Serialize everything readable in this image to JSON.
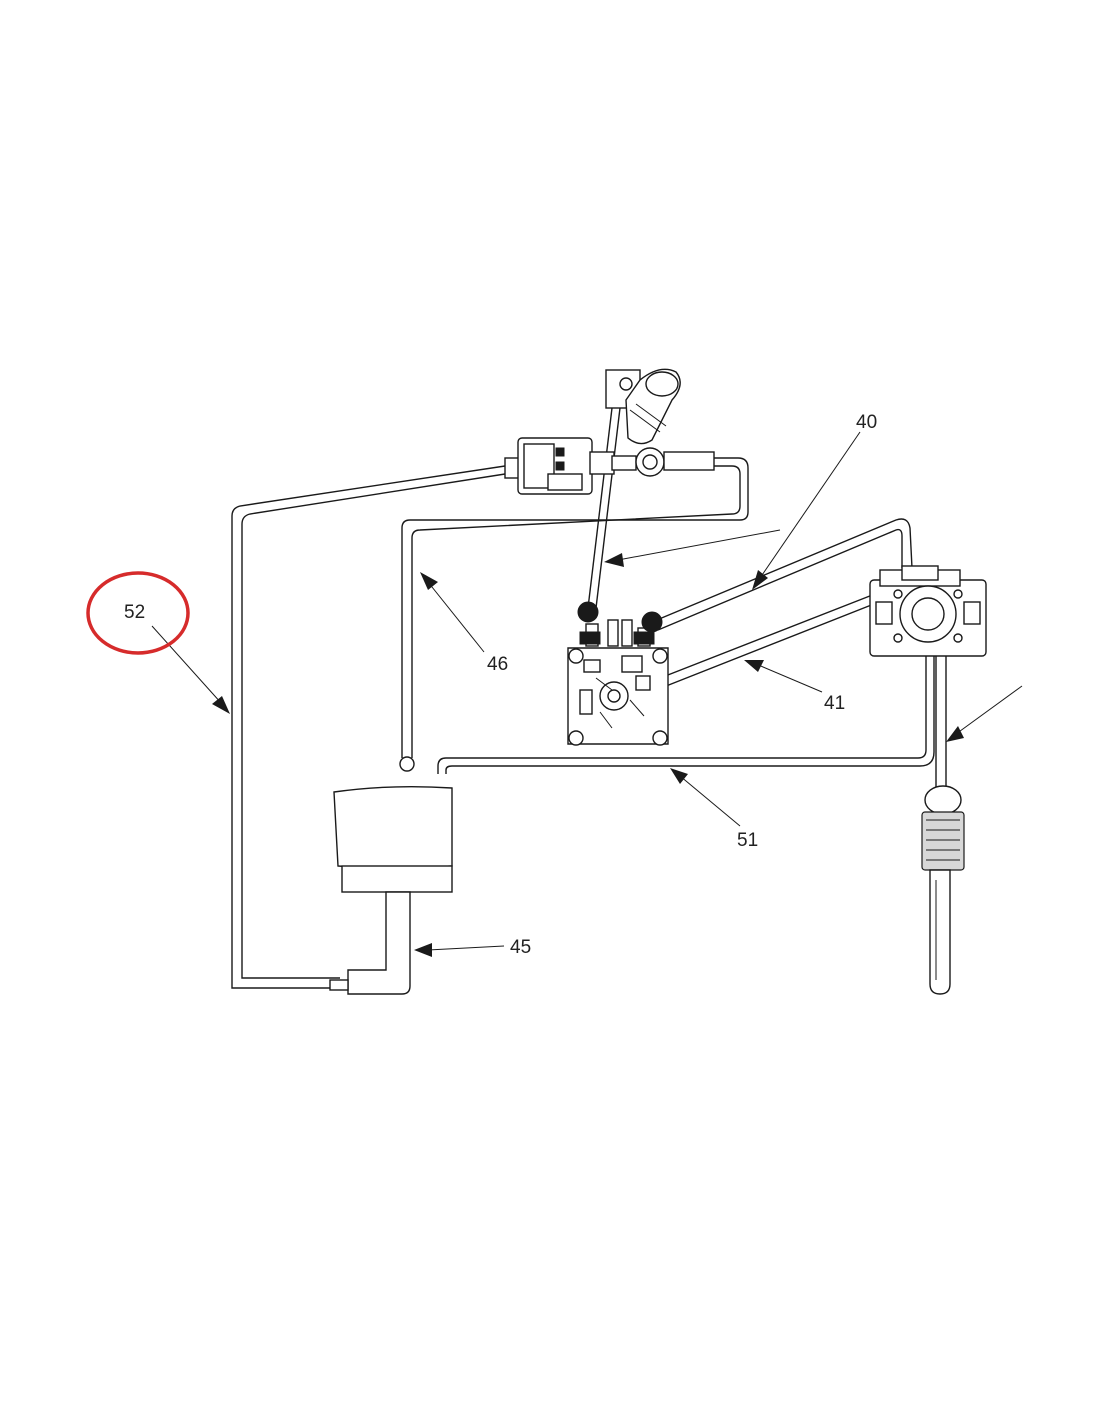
{
  "diagram": {
    "callouts": [
      {
        "id": "40",
        "text": "40"
      },
      {
        "id": "41",
        "text": "41"
      },
      {
        "id": "45",
        "text": "45"
      },
      {
        "id": "46",
        "text": "46"
      },
      {
        "id": "51",
        "text": "51"
      },
      {
        "id": "52",
        "text": "52"
      }
    ],
    "highlight": {
      "callout": "52",
      "color": "#d62b2b"
    },
    "line_color": "#1a1a1a"
  }
}
